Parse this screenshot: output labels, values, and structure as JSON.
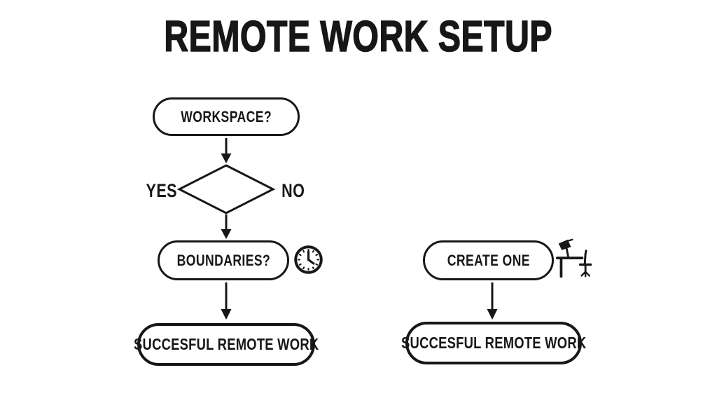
{
  "title": "REMOTE WORK SETUP",
  "flowchart": {
    "nodes": {
      "workspace": {
        "label": "WORKSPACE?"
      },
      "decision": {
        "yes_label": "YES",
        "no_label": "NO"
      },
      "boundaries": {
        "label": "BOUNDARIES?",
        "icon": "clock-icon"
      },
      "success_left": {
        "label": "SUCCESFUL REMOTE WORK"
      },
      "create_one": {
        "label": "CREATE ONE",
        "icon": "desk-lamp-chair-icon"
      },
      "success_right": {
        "label": "SUCCESFUL REMOTE WORK"
      }
    },
    "colors": {
      "ink": "#171717",
      "background": "#ffffff"
    }
  }
}
